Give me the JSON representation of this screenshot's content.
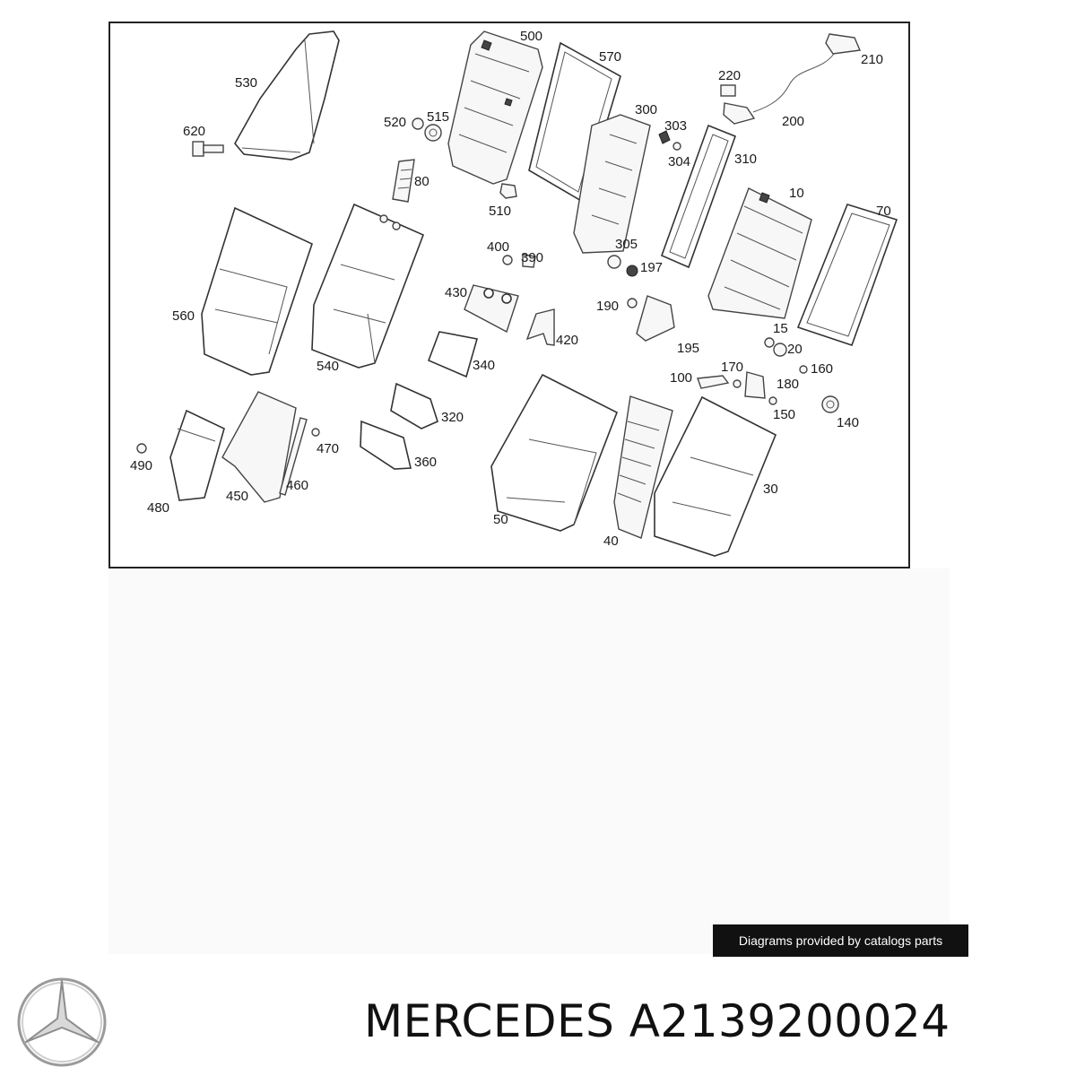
{
  "diagram": {
    "labels": {
      "p530": "530",
      "p500": "500",
      "p570": "570",
      "p210": "210",
      "p220": "220",
      "p200": "200",
      "p620": "620",
      "p520": "520",
      "p515": "515",
      "p300": "300",
      "p303": "303",
      "p304": "304",
      "p310": "310",
      "p80": "80",
      "p510": "510",
      "p10": "10",
      "p70": "70",
      "p400": "400",
      "p390": "390",
      "p305": "305",
      "p197": "197",
      "p560": "560",
      "p540": "540",
      "p430": "430",
      "p190": "190",
      "p420": "420",
      "p195": "195",
      "p15": "15",
      "p20": "20",
      "p340": "340",
      "p100": "100",
      "p170": "170",
      "p160": "160",
      "p180": "180",
      "p150": "150",
      "p140": "140",
      "p320": "320",
      "p490": "490",
      "p470": "470",
      "p360": "360",
      "p460": "460",
      "p450": "450",
      "p480": "480",
      "p50": "50",
      "p30": "30",
      "p40": "40"
    }
  },
  "caption": "Diagrams provided by catalogs parts",
  "title": "MERCEDES A2139200024",
  "logo_icon": "mercedes-star-icon"
}
